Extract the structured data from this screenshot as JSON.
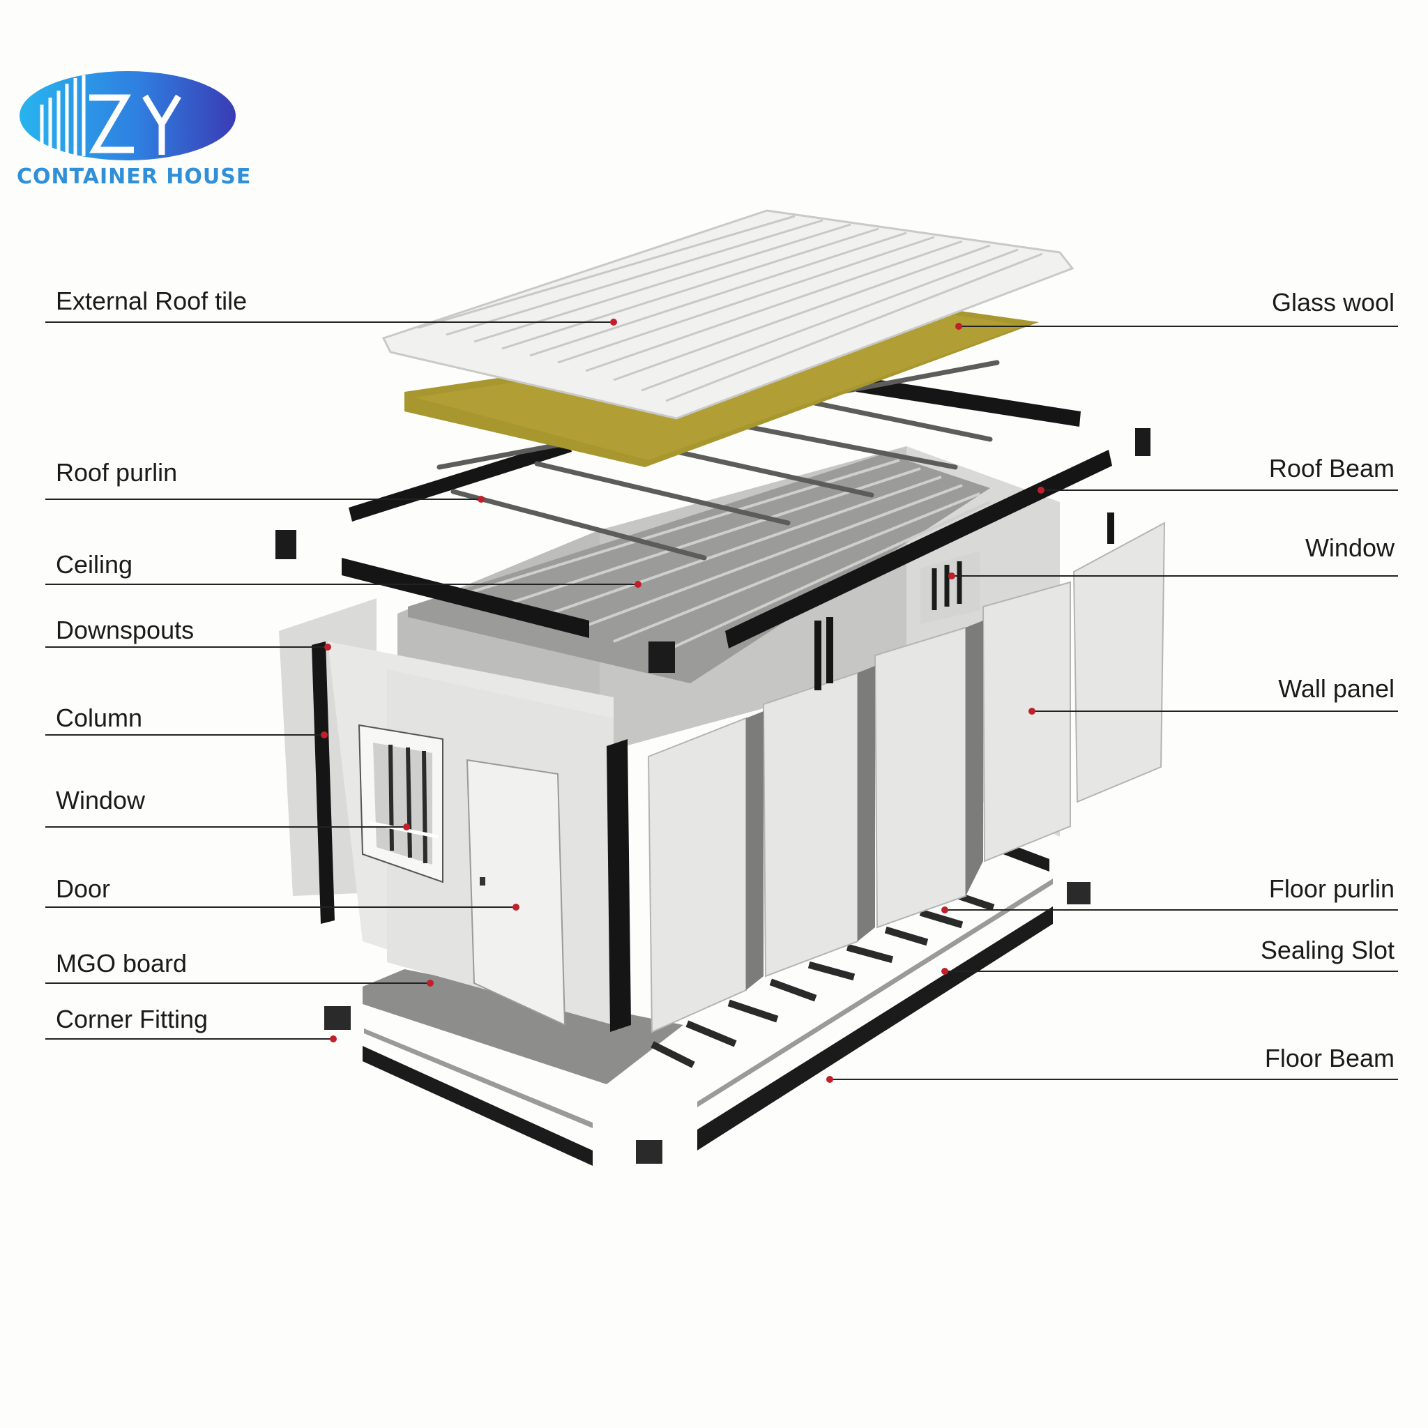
{
  "logo": {
    "brand_letters": "ZY",
    "tagline": "CONTAINER HOUSE",
    "colors": {
      "light_blue": "#29a8e8",
      "dark_blue": "#3340b8"
    }
  },
  "labels_left": [
    {
      "id": "external-roof-tile",
      "text": "External Roof tile"
    },
    {
      "id": "roof-purlin",
      "text": "Roof purlin"
    },
    {
      "id": "ceiling",
      "text": "Ceiling"
    },
    {
      "id": "downspouts",
      "text": "Downspouts"
    },
    {
      "id": "column",
      "text": "Column"
    },
    {
      "id": "window-left",
      "text": "Window"
    },
    {
      "id": "door",
      "text": "Door"
    },
    {
      "id": "mgo-board",
      "text": "MGO board"
    },
    {
      "id": "corner-fitting",
      "text": "Corner Fitting"
    }
  ],
  "labels_right": [
    {
      "id": "glass-wool",
      "text": "Glass wool"
    },
    {
      "id": "roof-beam",
      "text": "Roof Beam"
    },
    {
      "id": "window-right",
      "text": "Window"
    },
    {
      "id": "wall-panel",
      "text": "Wall panel"
    },
    {
      "id": "floor-purlin",
      "text": "Floor purlin"
    },
    {
      "id": "sealing-slot",
      "text": "Sealing Slot"
    },
    {
      "id": "floor-beam",
      "text": "Floor Beam"
    }
  ],
  "colors": {
    "marker": "#c0202a",
    "leader": "#222222",
    "steel": "#1b1b1b",
    "panel": "#e9e9e7",
    "panel_shade": "#a8a8a6",
    "insulation": "#a8962e"
  }
}
